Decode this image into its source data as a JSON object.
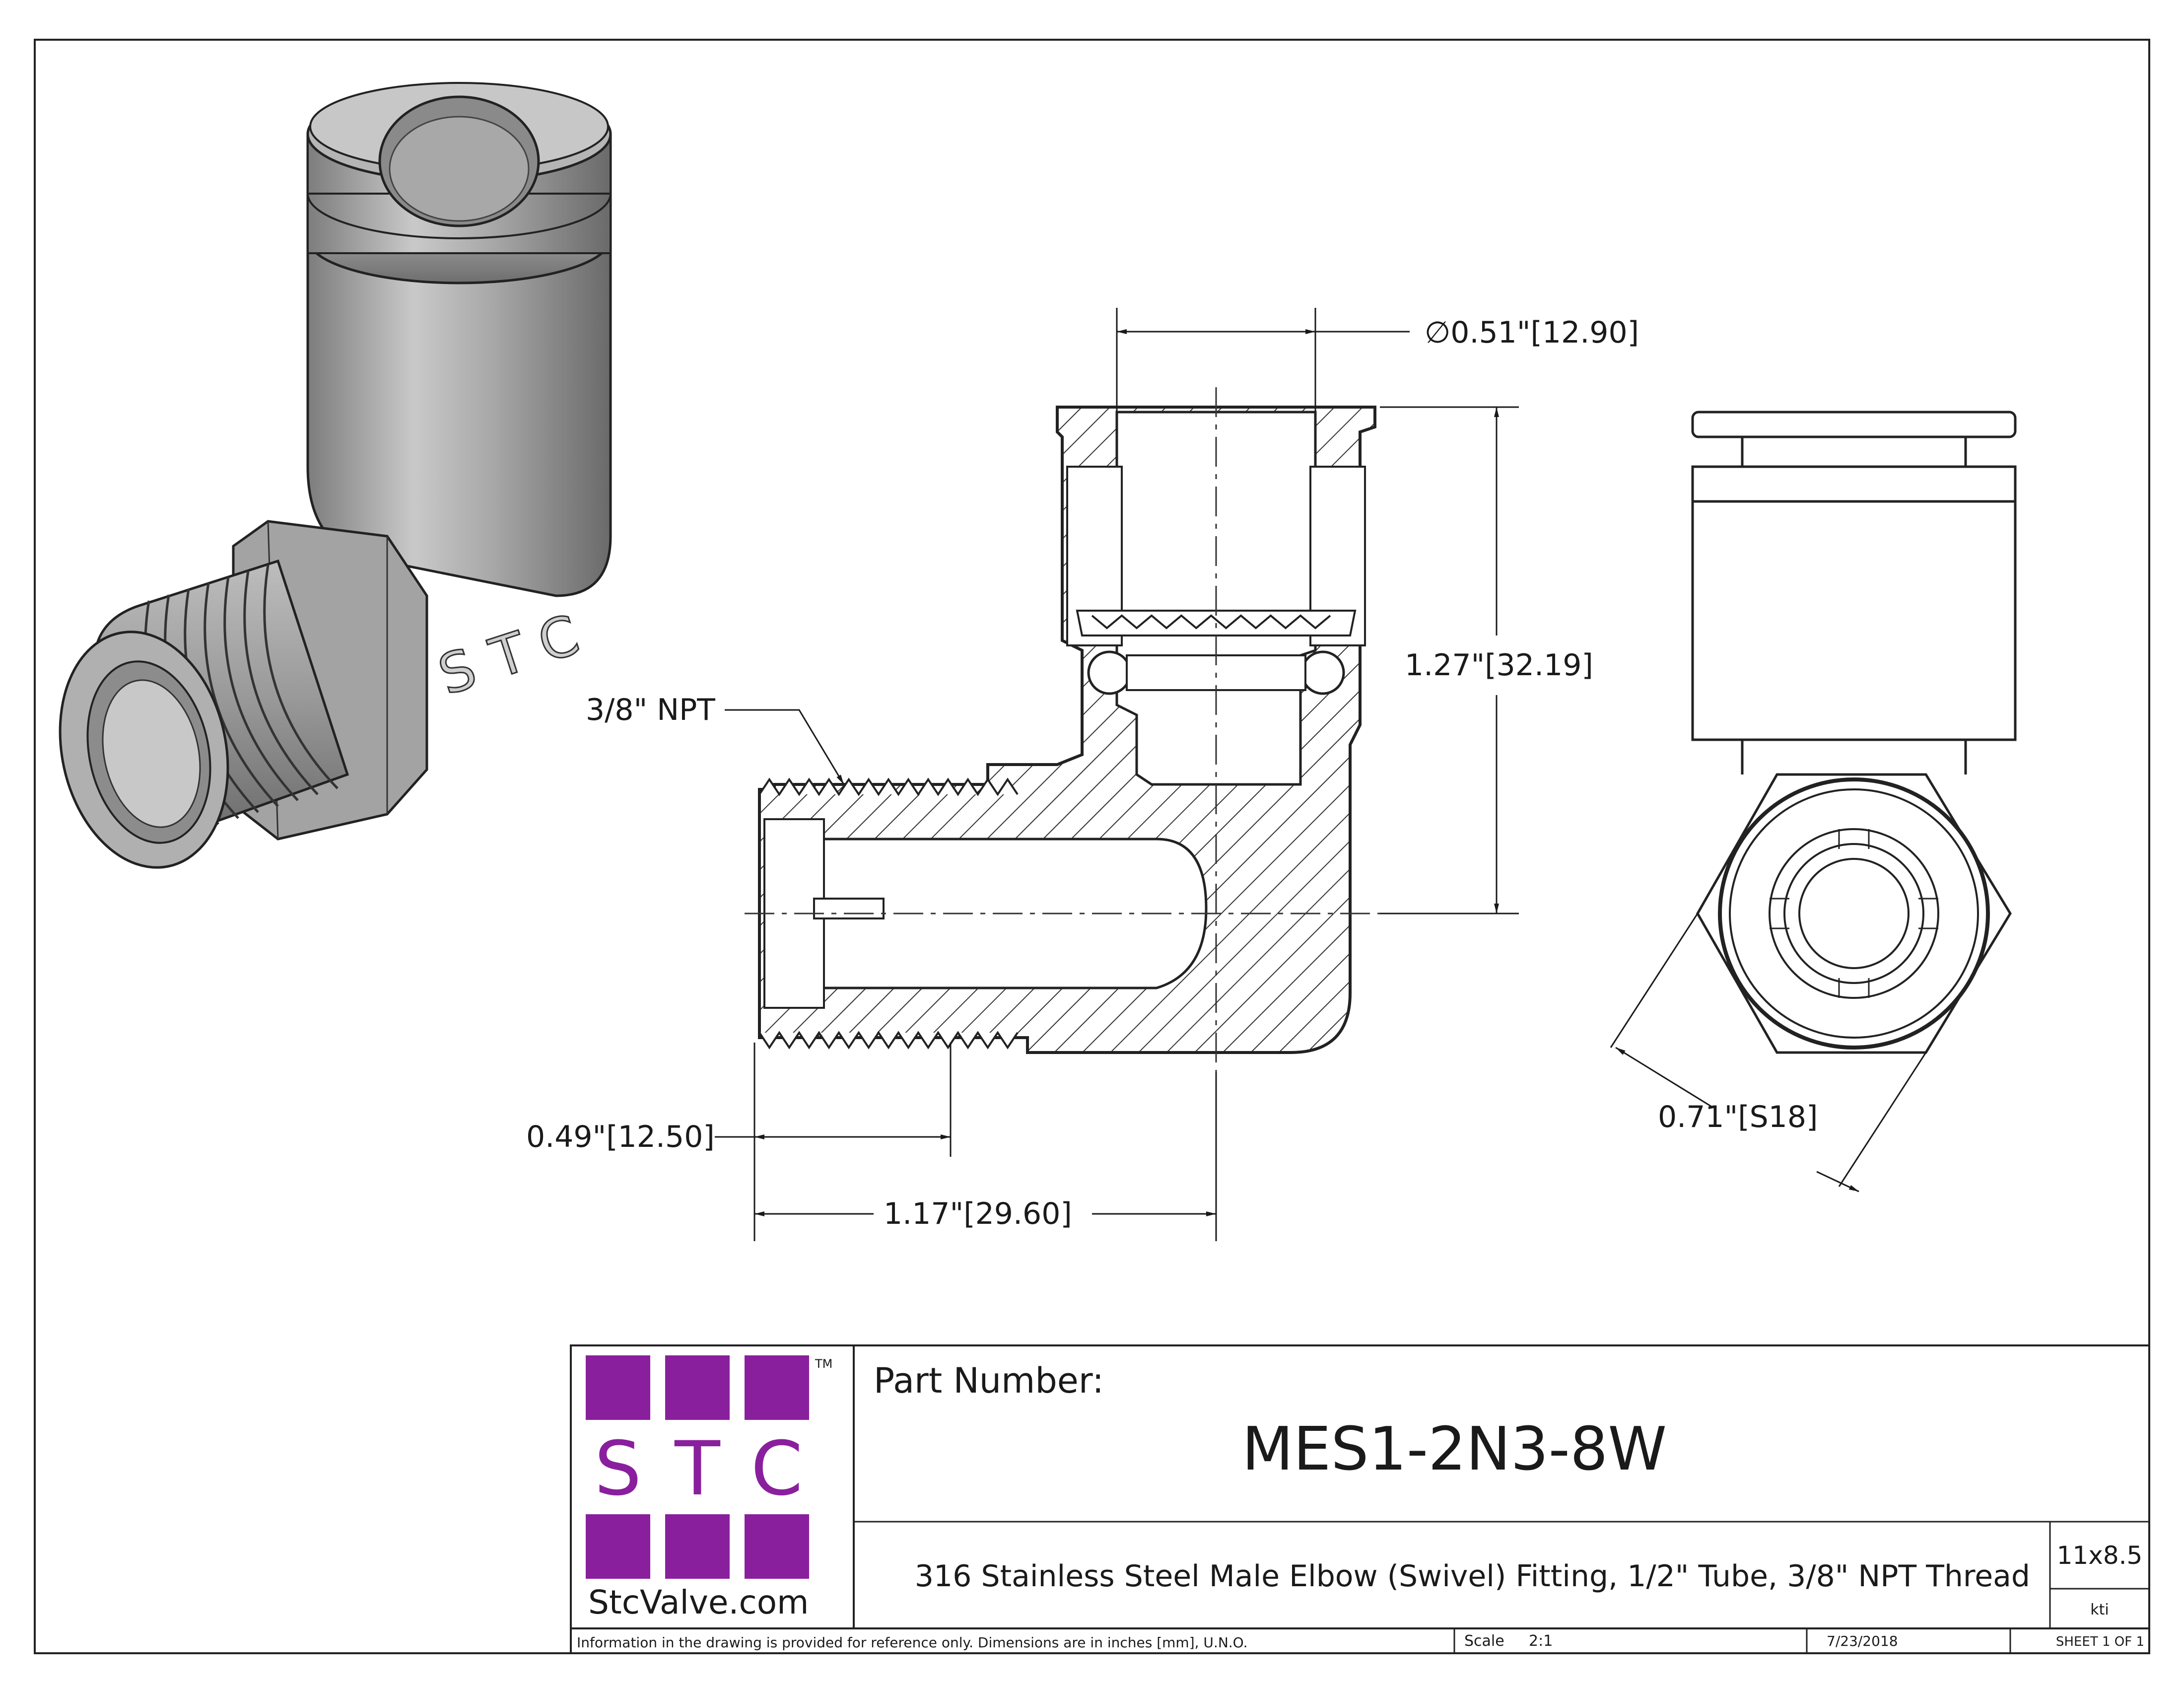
{
  "drawing": {
    "dimensions": {
      "tube_diameter": "∅0.51\"[12.90]",
      "height": "1.27\"[32.19]",
      "thread_label": "3/8\" NPT",
      "thread_length": "0.49\"[12.50]",
      "overall_length": "1.17\"[29.60]",
      "hex_size": "0.71\"[S18]"
    },
    "embossed_text": "STC"
  },
  "title_block": {
    "logo": {
      "letters": [
        "S",
        "T",
        "C"
      ],
      "trademark": "TM",
      "website": "StcValve.com",
      "color": "#8a1f9e"
    },
    "part_number_label": "Part Number:",
    "part_number": "MES1-2N3-8W",
    "description": "316 Stainless Steel Male Elbow (Swivel) Fitting, 1/2\" Tube, 3/8\" NPT Thread",
    "paper_size": "11x8.5",
    "drawn_by": "kti",
    "disclaimer": "Information in the drawing is provided for reference only. Dimensions are in inches [mm], U.N.O.",
    "scale_label": "Scale",
    "scale_value": "2:1",
    "date": "7/23/2018",
    "sheet": "SHEET 1 OF 1"
  }
}
